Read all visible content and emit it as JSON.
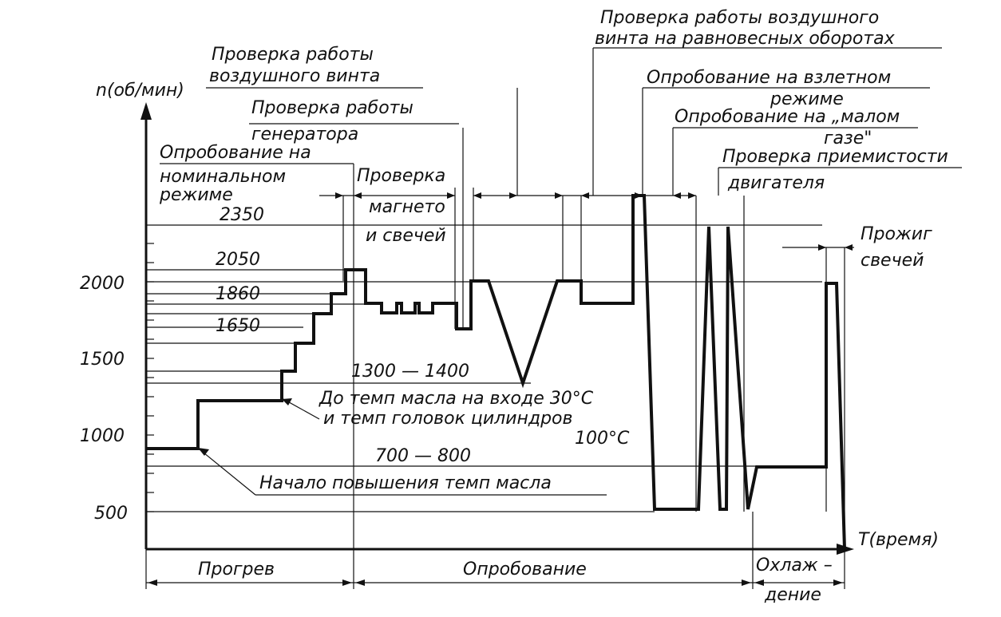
{
  "axes": {
    "y_label": "n(об/мин)",
    "x_label": "T(время)",
    "y_ticks": [
      "2000",
      "1500",
      "1000",
      "500"
    ]
  },
  "levels": {
    "l2350": "2350",
    "l2050": "2050",
    "l1860": "1860",
    "l1650": "1650",
    "l1300": "1300 — 1400",
    "l700": "700 — 800"
  },
  "annotations": {
    "air_screw_1": "Проверка работы",
    "air_screw_2": "воздушного винта",
    "generator_1": "Проверка работы",
    "generator_2": "генератора",
    "nominal_1": "Опробование на",
    "nominal_2": "номинальном",
    "nominal_3": "режиме",
    "magneto_1": "Проверка",
    "magneto_2": "магнето",
    "magneto_3": "и свечей",
    "eq_rpm_1": "Проверка работы воздушного",
    "eq_rpm_2": "винта на равновесных оборотах",
    "takeoff_1": "Опробование на взлетном",
    "takeoff_2": "режиме",
    "idle_1": "Опробование на „малом",
    "idle_2": "газе\"",
    "accel_1": "Проверка приемистости",
    "accel_2": "двигателя",
    "plug_burn_1": "Прожиг",
    "plug_burn_2": "свечей",
    "oil_temp_1": "До темп масла на входе 30°С",
    "oil_temp_2": "и темп головок цилиндров",
    "oil_temp_3": "100°С",
    "oil_rise": "Начало повышения темп масла"
  },
  "phases": {
    "warmup": "Прогрев",
    "testing": "Опробование",
    "cooldown_1": "Охлаж –",
    "cooldown_2": "дение"
  }
}
